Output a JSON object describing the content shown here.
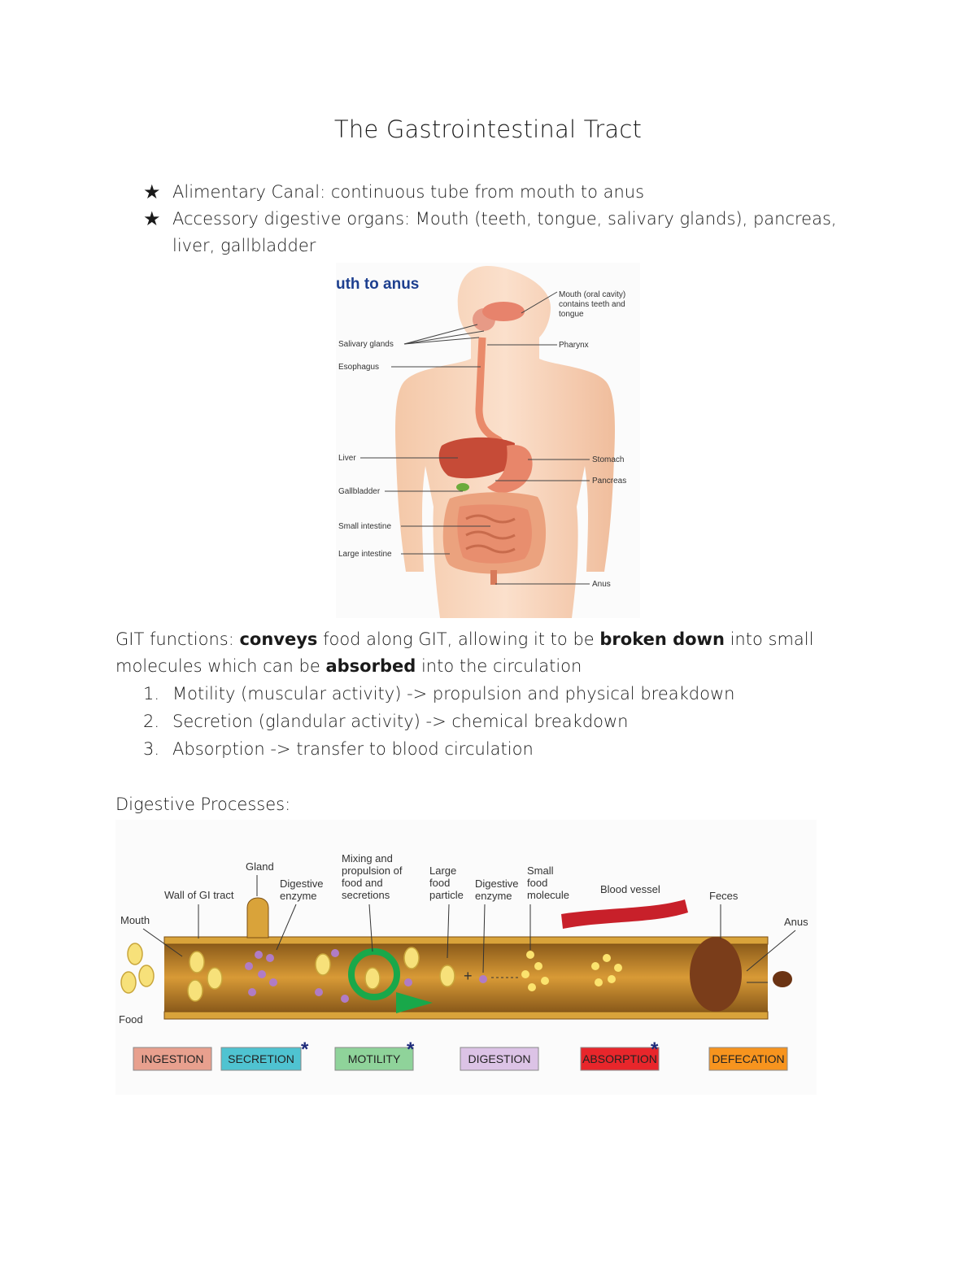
{
  "title": "The Gastrointestinal Tract",
  "bullets": [
    "Alimentary Canal: continuous tube from mouth to anus",
    "Accessory digestive organs: Mouth (teeth, tongue, salivary glands), pancreas, liver, gallbladder"
  ],
  "bullet_icon": "star-icon",
  "functions": {
    "p1": "GIT functions: ",
    "b1": "conveys",
    "p2": " food along GIT, allowing it to be ",
    "b2": "broken down",
    "p3": " into small molecules which can be ",
    "b3": "absorbed",
    "p4": " into the circulation"
  },
  "function_list": [
    {
      "num": "1.",
      "text": "Motility (muscular activity) -> propulsion and physical breakdown"
    },
    {
      "num": "2.",
      "text": "Secretion (glandular activity) -> chemical breakdown"
    },
    {
      "num": "3.",
      "text": "Absorption -> transfer to blood circulation"
    }
  ],
  "processes_heading": "Digestive Processes:",
  "anatomy_figure": {
    "heading": "uth to anus",
    "labels": {
      "mouth": [
        "Mouth (oral cavity)",
        "contains teeth and",
        "tongue"
      ],
      "salivary": "Salivary glands",
      "esophagus": "Esophagus",
      "pharynx": "Pharynx",
      "liver": "Liver",
      "stomach": "Stomach",
      "pancreas": "Pancreas",
      "gallbladder": "Gallbladder",
      "small_intestine": "Small intestine",
      "large_intestine": "Large intestine",
      "anus": "Anus"
    }
  },
  "process_figure": {
    "labels": {
      "mouth": "Mouth",
      "food": "Food",
      "wall": "Wall of GI tract",
      "gland": "Gland",
      "digestive_enzyme_1": [
        "Digestive",
        "enzyme"
      ],
      "mixing": [
        "Mixing and",
        "propulsion of",
        "food and",
        "secretions"
      ],
      "large_particle": [
        "Large",
        "food",
        "particle"
      ],
      "digestive_enzyme_2": [
        "Digestive",
        "enzyme"
      ],
      "small_molecule": [
        "Small",
        "food",
        "molecule"
      ],
      "blood_vessel": "Blood vessel",
      "feces": "Feces",
      "anus": "Anus"
    },
    "processes": [
      {
        "label": "INGESTION",
        "color": "#e8a08e",
        "starred": false
      },
      {
        "label": "SECRETION",
        "color": "#4fc3d1",
        "starred": true
      },
      {
        "label": "MOTILITY",
        "color": "#8fd39a",
        "starred": true
      },
      {
        "label": "DIGESTION",
        "color": "#dcc3e6",
        "starred": false
      },
      {
        "label": "ABSORPTION",
        "color": "#e8262b",
        "starred": true
      },
      {
        "label": "DEFECATION",
        "color": "#f7941e",
        "starred": false
      }
    ],
    "star_symbol": "*"
  }
}
